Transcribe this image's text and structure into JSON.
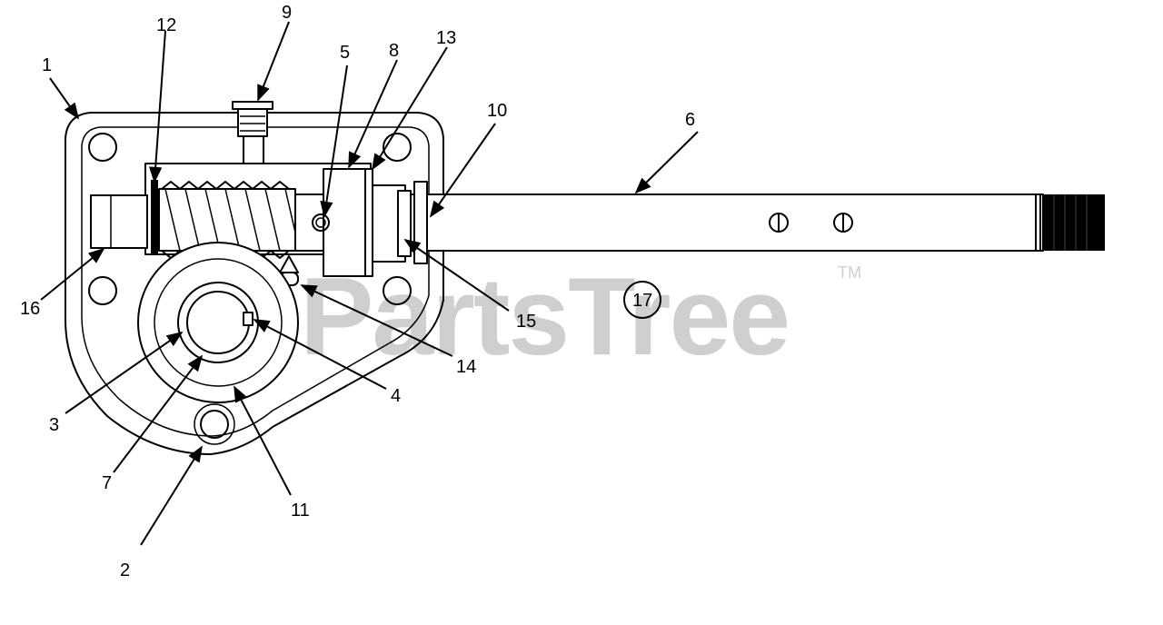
{
  "watermark": {
    "text": "PartsTree",
    "trademark": "TM"
  },
  "part_labels": {
    "p1": "1",
    "p2": "2",
    "p3": "3",
    "p4": "4",
    "p5": "5",
    "p6": "6",
    "p7": "7",
    "p8": "8",
    "p9": "9",
    "p10": "10",
    "p11": "11",
    "p12": "12",
    "p13": "13",
    "p14": "14",
    "p15": "15",
    "p16": "16",
    "p17": "17"
  }
}
